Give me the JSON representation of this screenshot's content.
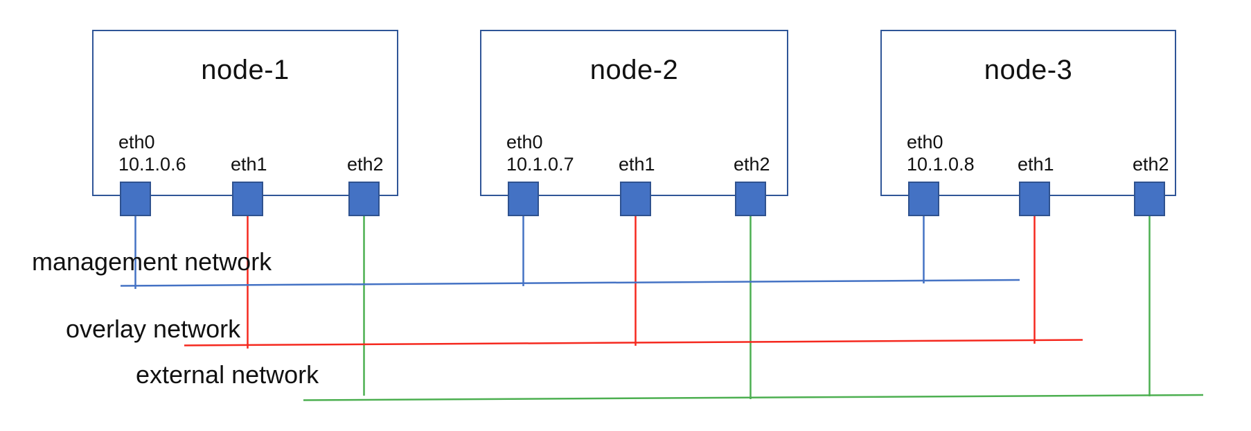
{
  "diagram": {
    "nodes": [
      {
        "title": "node-1",
        "ports": [
          {
            "label": "eth0",
            "ip": "10.1.0.6"
          },
          {
            "label": "eth1"
          },
          {
            "label": "eth2"
          }
        ]
      },
      {
        "title": "node-2",
        "ports": [
          {
            "label": "eth0",
            "ip": "10.1.0.7"
          },
          {
            "label": "eth1"
          },
          {
            "label": "eth2"
          }
        ]
      },
      {
        "title": "node-3",
        "ports": [
          {
            "label": "eth0",
            "ip": "10.1.0.8"
          },
          {
            "label": "eth1"
          },
          {
            "label": "eth2"
          }
        ]
      }
    ],
    "networks": [
      {
        "label": "management network",
        "color": "#4472C4"
      },
      {
        "label": "overlay network",
        "color": "#F5281E"
      },
      {
        "label": "external network",
        "color": "#4CAF50"
      }
    ],
    "colors": {
      "node_border": "#2F5597",
      "port_fill": "#4472C4",
      "port_border": "#2F528F",
      "text": "#1a1a1a",
      "background": "#FFFFFF"
    }
  }
}
